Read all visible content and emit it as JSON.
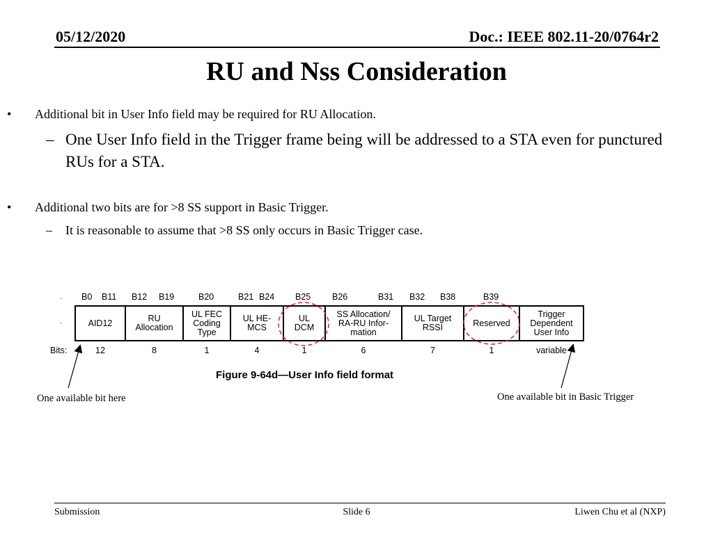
{
  "header": {
    "date": "05/12/2020",
    "doc": "Doc.: IEEE 802.11-20/0764r2"
  },
  "title": "RU and Nss Consideration",
  "bullets": [
    {
      "marker": "•",
      "text": "Additional bit in User Info field may be required for RU Allocation.",
      "sub": {
        "marker": "–",
        "text": "One User Info field in the Trigger frame being will be addressed to a STA even for punctured RUs for a STA."
      }
    },
    {
      "marker": "•",
      "text": "Additional two bits are for >8 SS support in Basic Trigger.",
      "sub": {
        "marker": "–",
        "text": "It is reasonable to assume that >8 SS only occurs in Basic Trigger case."
      }
    }
  ],
  "figure": {
    "bit_positions": [
      "B0",
      "B11",
      "B12",
      "B19",
      "B20",
      "B21",
      "B24",
      "B25",
      "B26",
      "B31",
      "B32",
      "B38",
      "B39"
    ],
    "fields": [
      {
        "name": "AID12",
        "bits": "12"
      },
      {
        "name": "RU Allocation",
        "bits": "8"
      },
      {
        "name": "UL FEC Coding Type",
        "bits": "1"
      },
      {
        "name": "UL HE-MCS",
        "bits": "4"
      },
      {
        "name": "UL DCM",
        "bits": "1"
      },
      {
        "name": "SS Allocation/ RA-RU Infor-mation",
        "bits": "6"
      },
      {
        "name": "UL Target RSSI",
        "bits": "7"
      },
      {
        "name": "Reserved",
        "bits": "1"
      },
      {
        "name": "Trigger Dependent User Info",
        "bits": "variable"
      }
    ],
    "bits_label": "Bits:",
    "caption": "Figure 9-64d—User Info field format",
    "highlight_color": "#e0202a"
  },
  "annotations": {
    "left": "One available bit here",
    "right": "One available bit in Basic Trigger"
  },
  "footer": {
    "left": "Submission",
    "center": "Slide 6",
    "right": "Liwen Chu et al (NXP)"
  }
}
